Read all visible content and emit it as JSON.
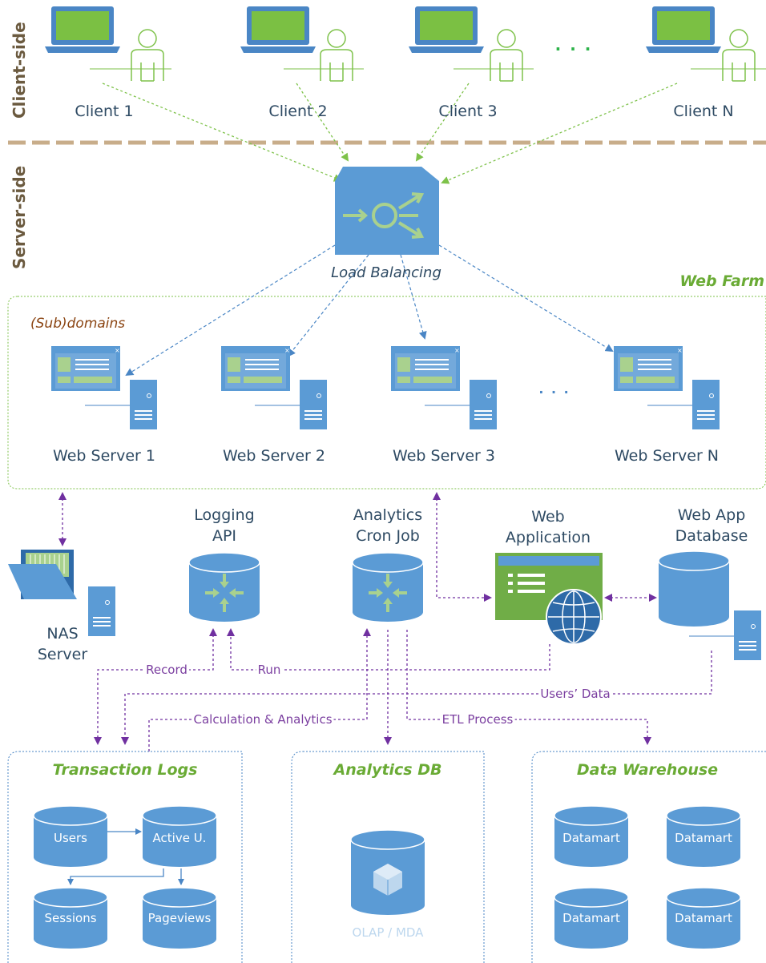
{
  "sections": {
    "client_side": "Client-side",
    "server_side": "Server-side"
  },
  "clients": [
    "Client 1",
    "Client 2",
    "Client 3",
    "Client N"
  ],
  "client_ellipsis": ". . .",
  "load_balancer": "Load Balancing",
  "web_farm": {
    "title": "Web Farm",
    "subdomains": "(Sub)domains",
    "ellipsis": ". . ."
  },
  "web_servers": [
    "Web Server 1",
    "Web Server 2",
    "Web Server 3",
    "Web Server N"
  ],
  "middle": {
    "nas": [
      "NAS",
      "Server"
    ],
    "logging_api": [
      "Logging",
      "API"
    ],
    "analytics_cron": [
      "Analytics",
      "Cron Job"
    ],
    "web_application": [
      "Web",
      "Application"
    ],
    "web_app_db": [
      "Web App",
      "Database"
    ]
  },
  "edges": {
    "record": "Record",
    "run": "Run",
    "users_data": "Users’ Data",
    "calc": "Calculation & Analytics",
    "etl": "ETL Process"
  },
  "transaction_logs": {
    "title": "Transaction Logs",
    "dbs": [
      "Users",
      "Active U.",
      "Sessions",
      "Pageviews"
    ]
  },
  "analytics_db": {
    "title": "Analytics DB",
    "caption": "OLAP / MDA"
  },
  "data_warehouse": {
    "title": "Data Warehouse",
    "dbs": [
      "Datamart",
      "Datamart",
      "Datamart",
      "Datamart"
    ]
  },
  "colors": {
    "blue": "#5b9bd5",
    "green": "#70ad47",
    "purple": "#7030a0",
    "navy": "#2e4a63",
    "brown": "#6b5a3f"
  }
}
